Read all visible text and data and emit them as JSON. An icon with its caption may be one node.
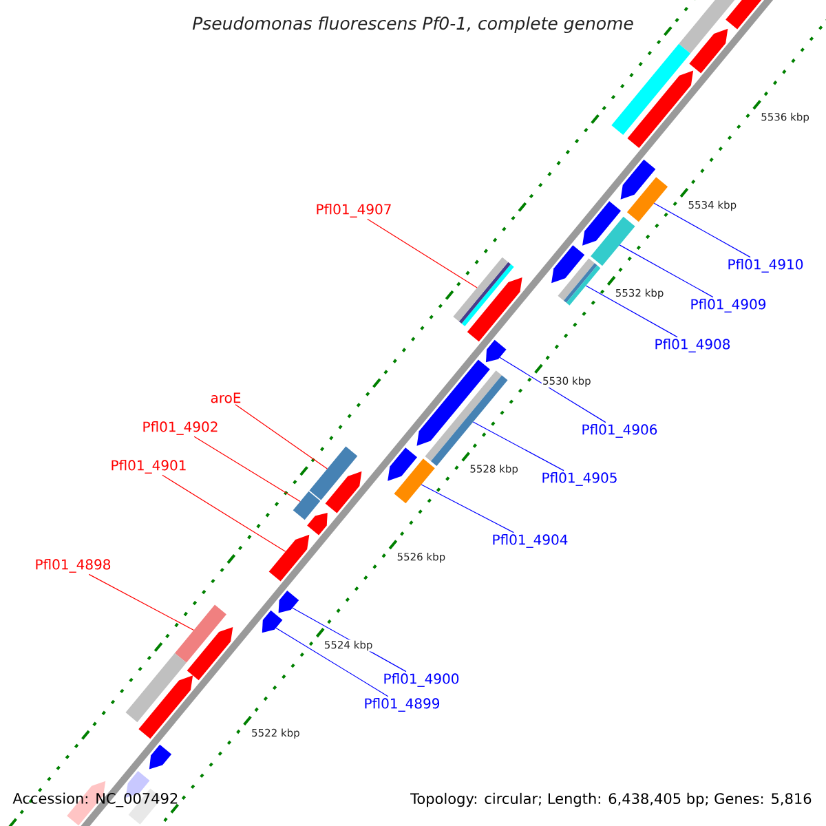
{
  "diagram": {
    "title": "Pseudomonas fluorescens Pf0-1, complete genome",
    "nodes": [
      {
        "text": [
          "Pfl01_4907"
        ]
      },
      {
        "text": [
          "Pfl01_4910"
        ]
      },
      {
        "text": [
          "Pfl01_4909"
        ]
      },
      {
        "text": [
          "Pfl01_4908"
        ]
      },
      {
        "text": [
          "aroE"
        ]
      },
      {
        "text": [
          "Pfl01_4902"
        ]
      },
      {
        "text": [
          "Pfl01_4906"
        ]
      },
      {
        "text": [
          "Pfl01_4901"
        ]
      },
      {
        "text": [
          "Pfl01_4905"
        ]
      },
      {
        "text": [
          "Pfl01_4904"
        ]
      },
      {
        "text": [
          "Pfl01_4898"
        ]
      },
      {
        "text": [
          "Pfl01_4900"
        ]
      },
      {
        "text": [
          "Pfl01_4899"
        ]
      },
      {
        "text": [],
        "shape": "bar"
      },
      {
        "text": [],
        "shape": "bar"
      },
      {
        "text": [],
        "shape": "bar"
      },
      {
        "text": [],
        "shape": "bar"
      },
      {
        "text": [],
        "shape": "bar"
      },
      {
        "text": [],
        "shape": "bar"
      },
      {
        "text": [],
        "shape": "bar"
      },
      {
        "text": [],
        "shape": "bar"
      },
      {
        "text": [],
        "shape": "bar"
      },
      {
        "text": [],
        "shape": "bar"
      },
      {
        "text": [],
        "shape": "bar"
      },
      {
        "text": [],
        "shape": "bar"
      },
      {
        "text": [],
        "shape": "bar"
      },
      {
        "text": [],
        "shape": "bar"
      },
      {
        "text": [],
        "shape": "bar"
      },
      {
        "text": [],
        "shape": "bar"
      },
      {
        "text": [],
        "shape": "bar"
      },
      {
        "text": [],
        "shape": "bar"
      },
      {
        "text": [],
        "shape": "bar"
      },
      {
        "text": [],
        "shape": "bar"
      },
      {
        "text": [],
        "shape": "bar"
      },
      {
        "text": [],
        "shape": "bar"
      },
      {
        "text": [],
        "shape": "bar"
      },
      {
        "text": [],
        "shape": "bar"
      },
      {
        "text": [],
        "shape": "bar"
      },
      {
        "text": [],
        "shape": "bar"
      },
      {
        "text": [],
        "shape": "bar"
      },
      {
        "text": [],
        "shape": "bar"
      },
      {
        "text": [],
        "shape": "bar"
      },
      {
        "text": [],
        "shape": "bar"
      },
      {
        "text": [],
        "shape": "bar"
      },
      {
        "text": [],
        "shape": "bar"
      },
      {
        "text": [],
        "shape": "bar"
      }
    ],
    "edges": [
      {
        "from": 0,
        "to": 15,
        "arrow": "none",
        "color": "#ff0000"
      },
      {
        "from": 1,
        "to": 13,
        "arrow": "none"
      },
      {
        "from": 2,
        "to": 14,
        "arrow": "none"
      },
      {
        "from": 3,
        "to": 16,
        "arrow": "none"
      },
      {
        "from": 4,
        "to": 19,
        "arrow": "none",
        "color": "#ff0000"
      },
      {
        "from": 5,
        "to": 21,
        "arrow": "none",
        "color": "#ff0000"
      },
      {
        "from": 6,
        "to": 17,
        "arrow": "none"
      },
      {
        "from": 7,
        "to": 22,
        "arrow": "none",
        "color": "#ff0000"
      },
      {
        "from": 8,
        "to": 18,
        "arrow": "none"
      },
      {
        "from": 9,
        "to": 20,
        "arrow": "none"
      },
      {
        "from": 10,
        "to": 25,
        "arrow": "none",
        "color": "#ff0000"
      },
      {
        "from": 11,
        "to": 23,
        "arrow": "none"
      },
      {
        "from": 12,
        "to": 24,
        "arrow": "none"
      }
    ],
    "labels": [
      "5536 kbp",
      "5534 kbp",
      "5532 kbp",
      "5530 kbp",
      "5528 kbp",
      "5526 kbp",
      "5524 kbp",
      "5522 kbp",
      "Accession: NC_007492",
      "Topology: circular; Length: 6,438,405 bp; Genes: 5,816"
    ]
  }
}
